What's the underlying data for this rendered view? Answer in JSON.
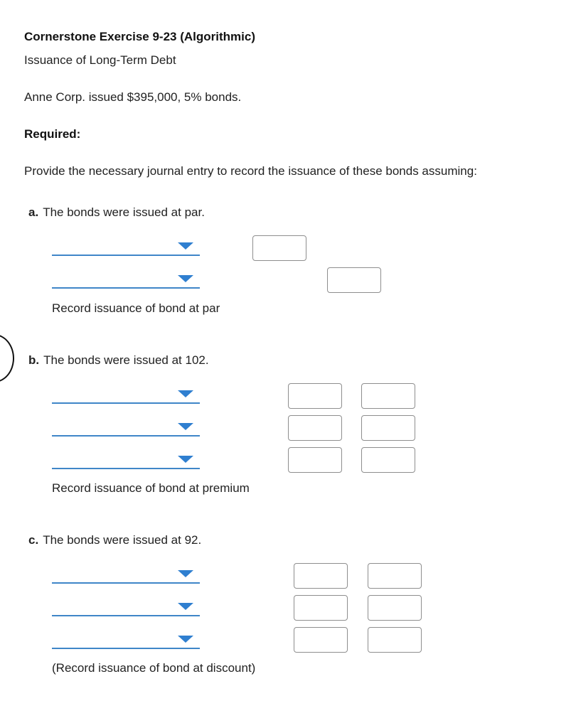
{
  "header": {
    "title": "Cornerstone Exercise 9-23 (Algorithmic)",
    "subtitle": "Issuance of Long-Term Debt"
  },
  "problem": {
    "statement": "Anne Corp. issued $395,000, 5% bonds.",
    "required_label": "Required:",
    "instruction": "Provide the necessary journal entry to record the issuance of these bonds assuming:"
  },
  "parts": [
    {
      "letter": "a.",
      "text": "The bonds were issued at par.",
      "memo": "Record issuance of bond at par",
      "rows": [
        {
          "account": "",
          "debit": "",
          "credit": null
        },
        {
          "account": "",
          "debit": null,
          "credit": ""
        }
      ]
    },
    {
      "letter": "b.",
      "text": "The bonds were issued at 102.",
      "memo": "Record issuance of bond at premium",
      "rows": [
        {
          "account": "",
          "debit": "",
          "credit": ""
        },
        {
          "account": "",
          "debit": "",
          "credit": ""
        },
        {
          "account": "",
          "debit": "",
          "credit": ""
        }
      ]
    },
    {
      "letter": "c.",
      "text": "The bonds were issued at 92.",
      "memo": "(Record issuance of bond at discount)",
      "rows": [
        {
          "account": "",
          "debit": "",
          "credit": ""
        },
        {
          "account": "",
          "debit": "",
          "credit": ""
        },
        {
          "account": "",
          "debit": "",
          "credit": ""
        }
      ]
    }
  ]
}
